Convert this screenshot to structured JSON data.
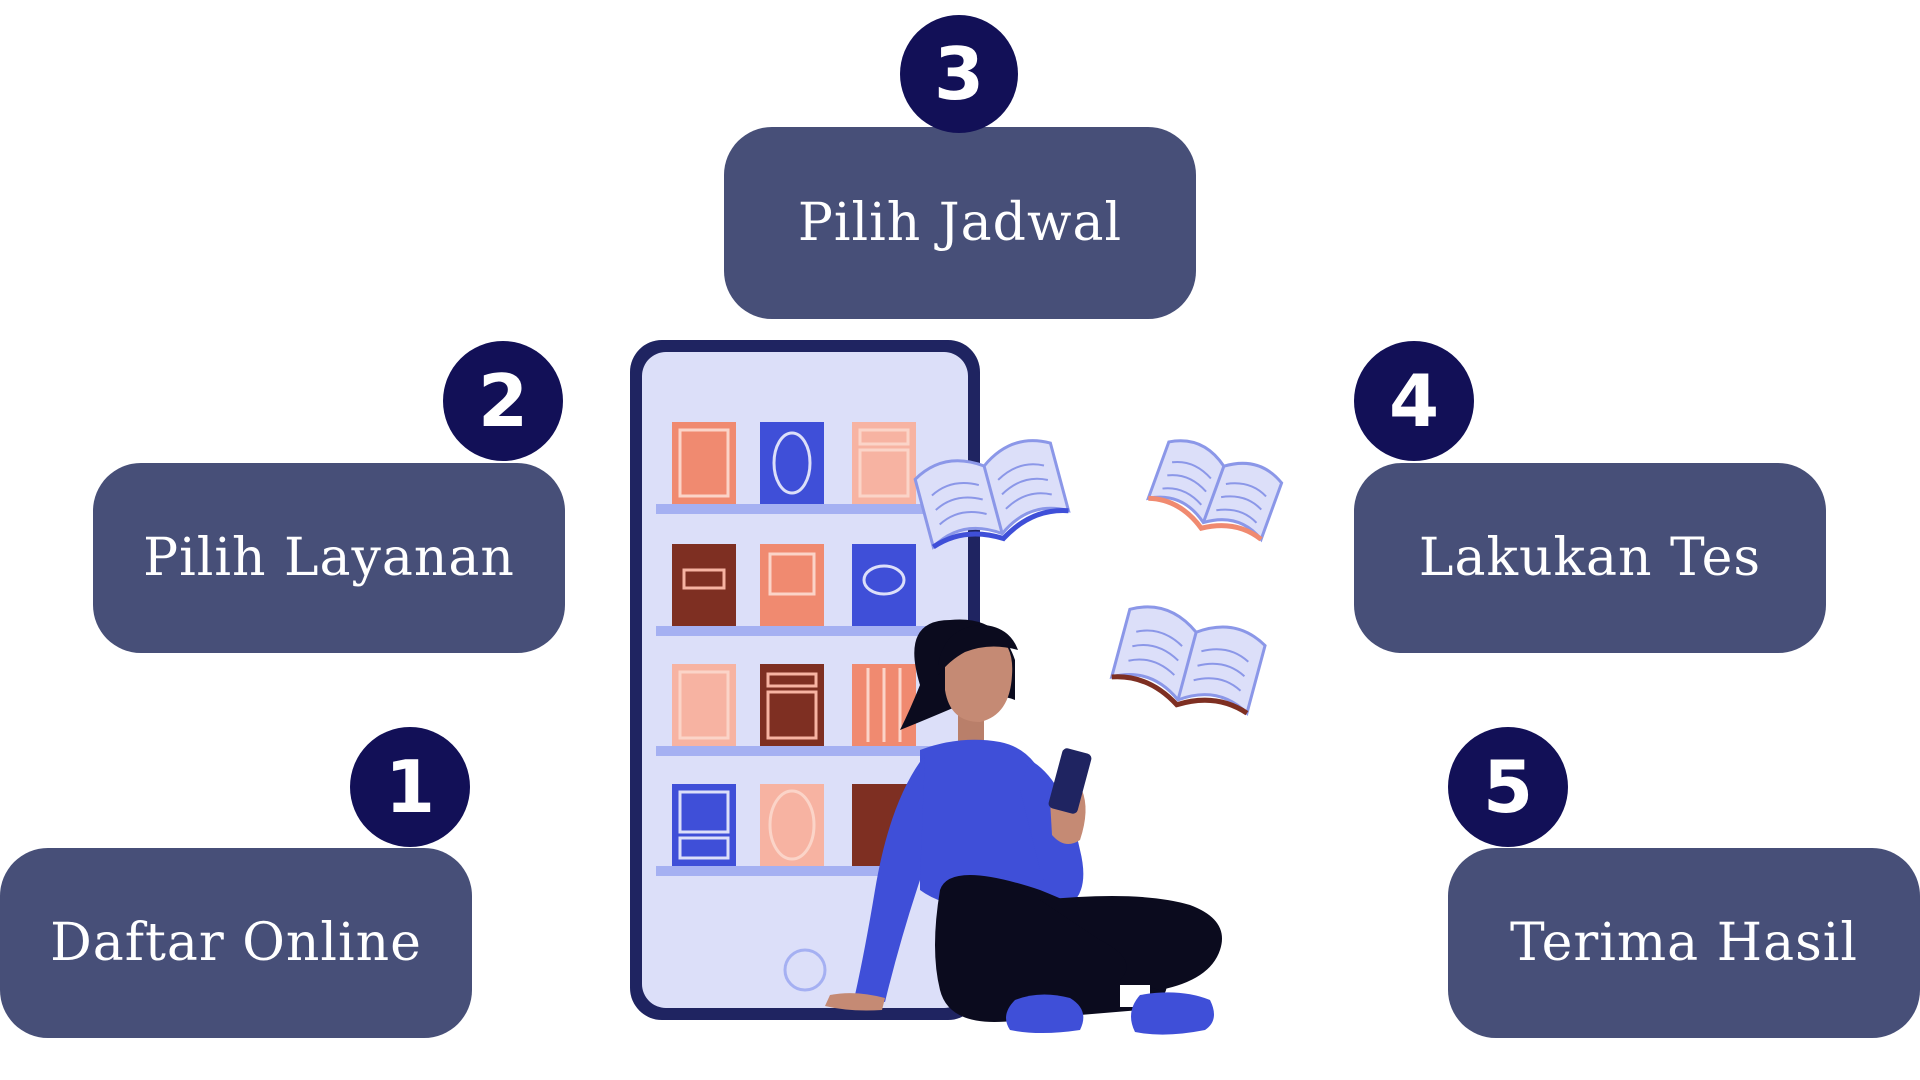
{
  "steps": [
    {
      "number": "1",
      "label": "Daftar Online"
    },
    {
      "number": "2",
      "label": "Pilih Layanan"
    },
    {
      "number": "3",
      "label": "Pilih Jadwal"
    },
    {
      "number": "4",
      "label": "Lakukan Tes"
    },
    {
      "number": "5",
      "label": "Terima Hasil"
    }
  ],
  "colors": {
    "box": "#474f78",
    "badge": "#121057",
    "text": "#ffffff",
    "phone_frame": "#1f2461",
    "phone_screen": "#dcdff9",
    "shelf": "#a5b0f2",
    "accent_blue": "#3f4fd8",
    "salmon": "#f08a70",
    "pink": "#f7b3a2",
    "brown": "#7e2f22"
  },
  "icons": [
    "smartphone-bookshelf-illustration",
    "person-reading-phone-illustration",
    "open-book-icon"
  ]
}
